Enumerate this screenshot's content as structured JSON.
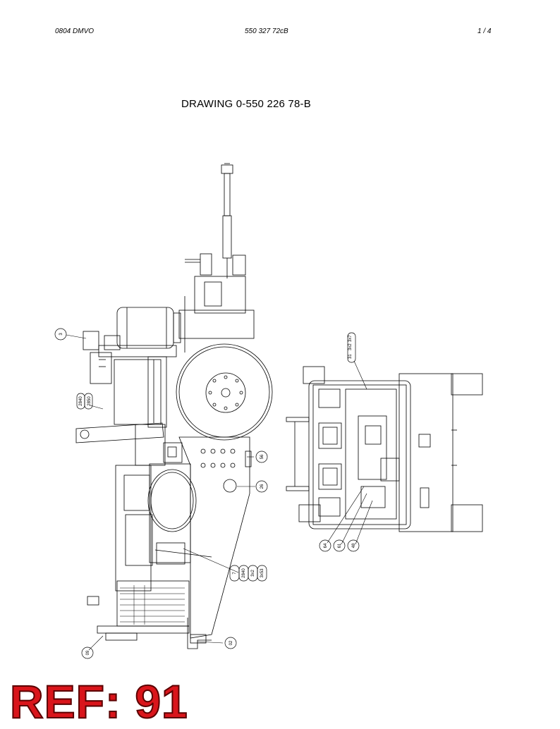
{
  "header": {
    "left": "0804 DMVO",
    "center": "550 327 72cB",
    "page": "1 /   4"
  },
  "title": "DRAWING 0-550 226 78-B",
  "callouts": {
    "c3": "3",
    "c2840": "2840",
    "c2850": "2850",
    "c56": "56",
    "c26": "26",
    "c7": "7",
    "c7a": "2840",
    "c3x": "3x2",
    "c3y": "3x53",
    "c02": "02",
    "c09": "09",
    "c31": "31",
    "c3x2": "3x2",
    "c3x7": "3x7",
    "c64": "64",
    "c61": "61",
    "c48": "48"
  },
  "ref_label": "REF: 91"
}
